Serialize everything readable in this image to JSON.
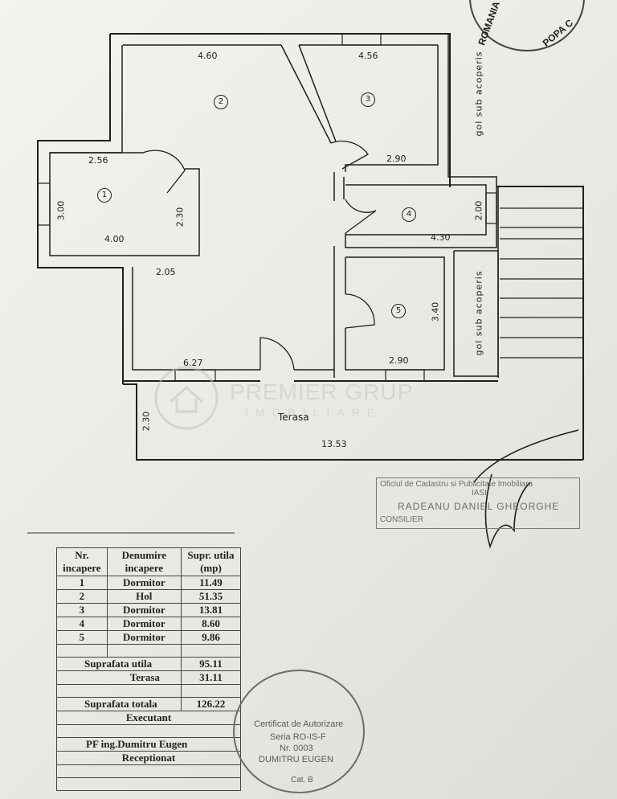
{
  "plan": {
    "dims": {
      "room1_top": "2.56",
      "room1_left": "3.00",
      "room1_right": "2.30",
      "room1_bottom": "4.00",
      "room2_top": "4.60",
      "room3_top": "4.56",
      "room3_bottom": "2.90",
      "room4_right": "2.00",
      "room4_bottom": "4.30",
      "hall_left": "2.05",
      "room5_right": "3.40",
      "room5_bottom": "2.90",
      "hall_bottom": "6.27",
      "terrace_left": "2.30",
      "terrace_bottom": "13.53"
    },
    "room_numbers": [
      "1",
      "2",
      "3",
      "4",
      "5"
    ],
    "gol_label": "gol sub acoperis",
    "terrace_label": "Terasa"
  },
  "watermark": {
    "name": "PREMIER GRUP",
    "sub": "IMOBILIARE"
  },
  "oc_stamp": {
    "line1": "Oficiul de Cadastru si Publicitate Imobiliara",
    "line2": "IASI",
    "name": "RADEANU DANIEL GHEORGHE",
    "role": "CONSILIER"
  },
  "table": {
    "headers": {
      "nr": [
        "Nr.",
        "incapere"
      ],
      "den": [
        "Denumire",
        "incapere"
      ],
      "supr": [
        "Supr. utila",
        "(mp)"
      ]
    },
    "rows": [
      {
        "nr": "1",
        "den": "Dormitor",
        "val": "11.49"
      },
      {
        "nr": "2",
        "den": "Hol",
        "val": "51.35"
      },
      {
        "nr": "3",
        "den": "Dormitor",
        "val": "13.81"
      },
      {
        "nr": "4",
        "den": "Dormitor",
        "val": "8.60"
      },
      {
        "nr": "5",
        "den": "Dormitor",
        "val": "9.86"
      }
    ],
    "suprafata_utila_label": "Suprafata utila",
    "suprafata_utila_val": "95.11",
    "terasa_label": "Terasa",
    "terasa_val": "31.11",
    "suprafata_totala_label": "Suprafata totala",
    "suprafata_totala_val": "126.22",
    "executant": "Executant",
    "executant_name": "PF ing.Dumitru Eugen",
    "receptionat": "Receptionat"
  },
  "author_stamp": {
    "line1": "Certificat de Autorizare",
    "line2": "Seria RO-IS-F",
    "line3": "Nr. 0003",
    "line4": "DUMITRU EUGEN",
    "line5": "Cat. B"
  },
  "corner_stamp": {
    "text1": "ROMANIA",
    "text2": "POPA C"
  }
}
